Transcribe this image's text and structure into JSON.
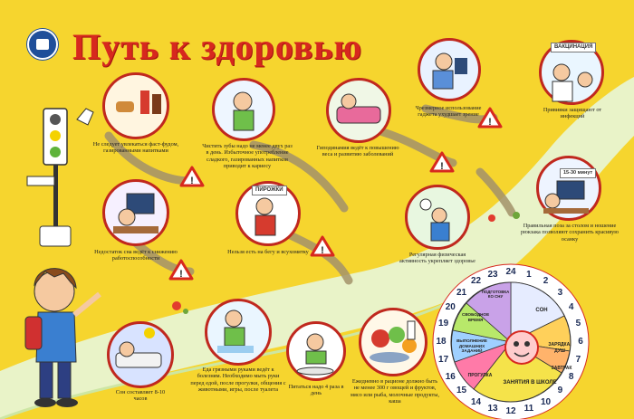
{
  "header": {
    "title": "Путь к здоровью"
  },
  "badges": {
    "vaccination": "ВАКЦИНАЦИЯ",
    "pies": "ПИРОЖКИ",
    "time": "15-30 минут"
  },
  "captions": {
    "fastfood": "Не следует увлекаться фаст-фудом, газированными напитками",
    "teeth": "Чистить зубы надо не менее двух раз в день. Избыточное употребление сладкого, газированных напитков приводит к кариесу",
    "gadgets_hypo": "Гиподинамия ведёт к повышению веса и развитию заболеваний",
    "gadgets": "Чрезмерное использование гаджета ухудшает зрение",
    "vaccines": "Прививки защищают от инфекций",
    "sleep_lack": "Недостаток сна ведёт к снижению работоспособности",
    "run_eat": "Нельзя есть на бегу и всухомятку",
    "sport": "Регулярная физическая активность укрепляет здоровье",
    "posture": "Правильная поза за столом и ношение рюкзака позволяют сохранить красивую осанку",
    "sleep": "Сон составляет 8-10 часов",
    "hands": "Еда грязными руками ведёт к болезням. Необходимо мыть руки перед едой, после прогулки, общения с животными, игры, после туалета",
    "meals": "Питаться надо 4 раза в день",
    "fruits": "Ежедневно в рационе должно быть не менее 300 г овощей и фруктов, мясо или рыба, молочные продукты, каша"
  },
  "clock": {
    "numbers": [
      "24",
      "1",
      "2",
      "3",
      "4",
      "5",
      "6",
      "7",
      "8",
      "9",
      "10",
      "11",
      "12",
      "13",
      "14",
      "15",
      "16",
      "17",
      "18",
      "19",
      "20",
      "21",
      "22",
      "23"
    ],
    "segments": {
      "sleep": "СОН",
      "school": "ЗАНЯТИЯ В ШКОЛЕ",
      "exercise": "ЗАРЯДКА, ДУШ",
      "breakfast": "ЗАВТРАК",
      "walk": "ПРОГУЛКА",
      "homework": "ВЫПОЛНЕНИЕ ДОМАШНИХ ЗАДАНИЙ",
      "free": "СВОБОДНОЕ ВРЕМЯ",
      "ready": "ПОДГОТОВКА КО СНУ"
    }
  },
  "colors": {
    "background": "#f6d52e",
    "title": "#d7281e",
    "road": "#e9f3c8",
    "path": "#a3926a",
    "frame": "#c0281e"
  }
}
